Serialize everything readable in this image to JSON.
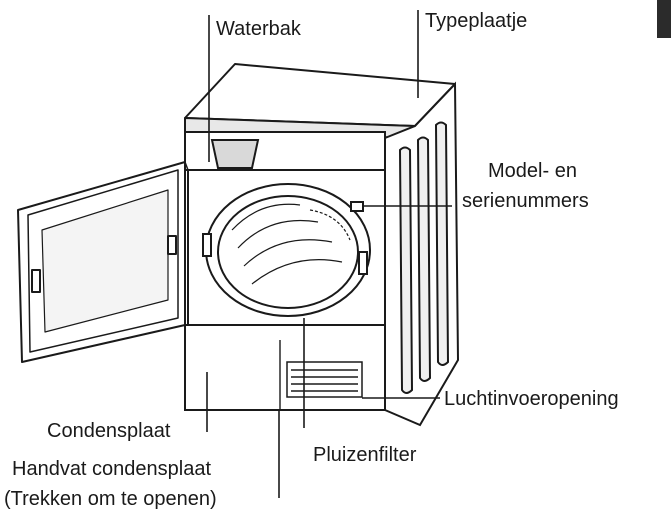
{
  "labels": {
    "waterbak": "Waterbak",
    "typeplaatje": "Typeplaatje",
    "model_line1": "Model- en",
    "model_line2": "serienummers",
    "luchtinvoer": "Luchtinvoeropening",
    "condensplaat": "Condensplaat",
    "pluizenfilter": "Pluizenfilter",
    "handvat_line1": "Handvat condensplaat",
    "handvat_line2": "(Trekken om te openen)"
  },
  "colors": {
    "line": "#1a1a1a",
    "surface": "#ffffff",
    "shade": "#d9d9d9",
    "dark_shade": "#9a9a9a",
    "tab": "#2b2b2b"
  }
}
